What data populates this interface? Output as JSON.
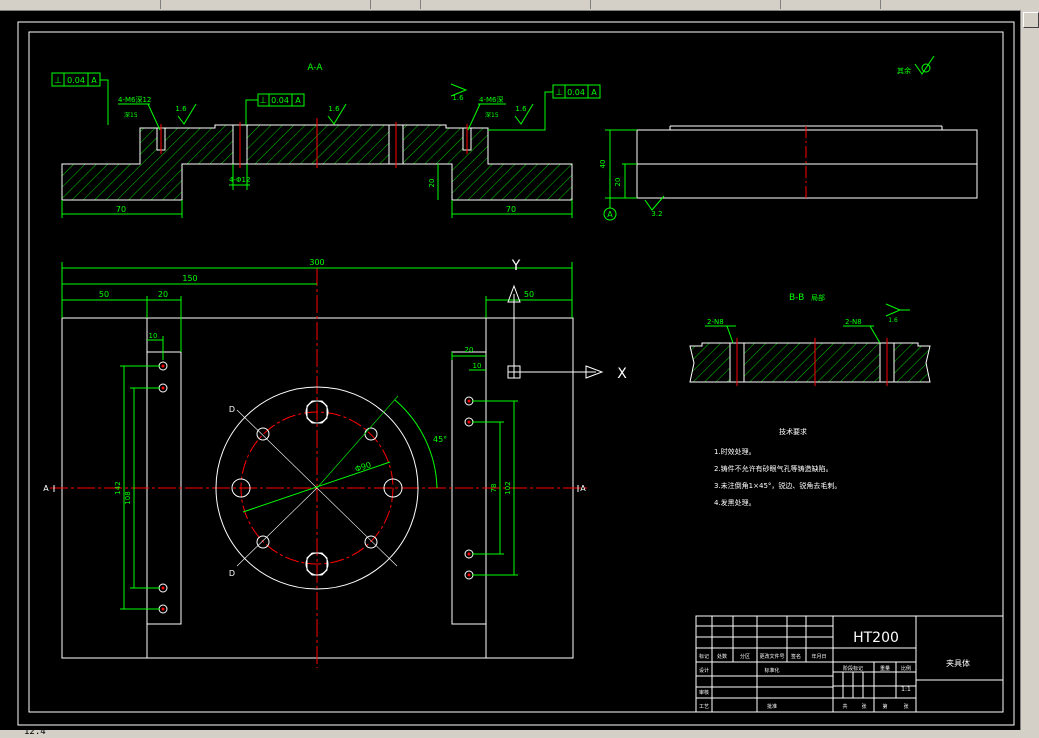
{
  "views": {
    "section_aa": "A-A",
    "section_bb": "B-B",
    "bb_suffix": "局部",
    "roughness_other": "其余"
  },
  "tolerance": {
    "left": {
      "sym": "⊥",
      "value": "0.04",
      "datum": "A"
    },
    "center": {
      "sym": "⊥",
      "value": "0.04",
      "datum": "A"
    },
    "right": {
      "sym": "⊥",
      "value": "0.04",
      "datum": "A"
    }
  },
  "roughness": {
    "r16": "1.6",
    "r32": "3.2"
  },
  "dims": {
    "hole_left": "4-M6深12",
    "hole_left_sub": "深15",
    "hole_right": "4-M6深",
    "hole_right_sub": "深15",
    "pin_holes": "4-Φ12",
    "d70_left": "70",
    "d70_right": "70",
    "d20": "20",
    "d40": "40",
    "d20_side": "20",
    "d300": "300",
    "d150": "150",
    "d50_left": "50",
    "d20_top": "20",
    "d10_left": "10",
    "d50_right": "50",
    "d20_right": "20",
    "d10_right": "10",
    "d142": "142",
    "d108": "108",
    "d78": "78",
    "d102": "102",
    "d90": "Φ90",
    "d45": "45°",
    "bb_n8_left": "2-N8",
    "bb_n8_right": "2-N8"
  },
  "labels": {
    "axis_y": "Y",
    "axis_x": "X",
    "sec_a_left": "A",
    "sec_a_right": "A",
    "datum_a": "A",
    "d_top": "D",
    "d_bottom": "D"
  },
  "notes": {
    "title": "技术要求",
    "items": [
      "1.时效处理。",
      "2.铸件不允许有砂眼气孔等铸造缺陷。",
      "3.未注倒角1×45°，锐边、锐角去毛刺。",
      "4.发黑处理。"
    ]
  },
  "title_block": {
    "material": "HT200",
    "part_name": "夹具体",
    "scale": "1:1",
    "row_labels": [
      "标记",
      "处数",
      "分区",
      "更改文件号",
      "签名",
      "年月日"
    ],
    "design": "设计",
    "standard": "标准化",
    "review": "审核",
    "process": "工艺",
    "approve": "批准",
    "stage": "阶段标记",
    "weight": "重量",
    "ratio": "比例",
    "sheet": "共",
    "page": "第",
    "sheet_unit": "张"
  },
  "statusbar": {
    "command": "12.4"
  },
  "colors": {
    "geometry": "#ffffff",
    "dimension": "#00ff00",
    "center": "#ff0000",
    "hatch": "#00ff00",
    "cyan": "#00ffff"
  }
}
